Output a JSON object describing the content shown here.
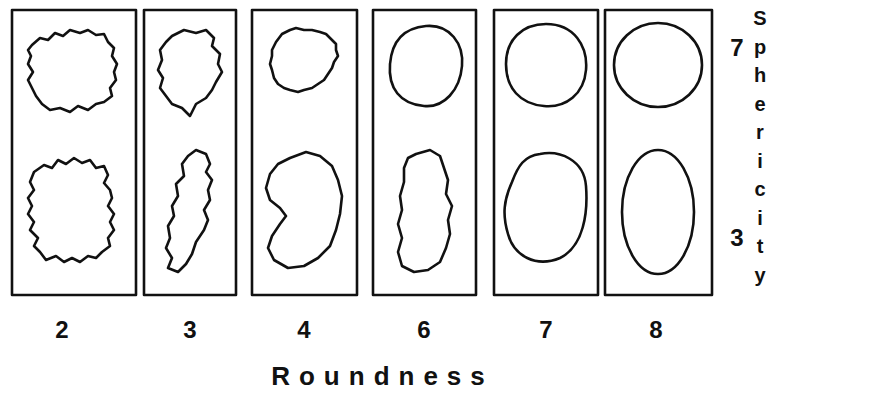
{
  "diagram": {
    "labels": [
      "7",
      "3",
      "Sphericity",
      "2",
      "3",
      "4",
      "6",
      "7",
      "8",
      "Roundness"
    ]
  }
}
